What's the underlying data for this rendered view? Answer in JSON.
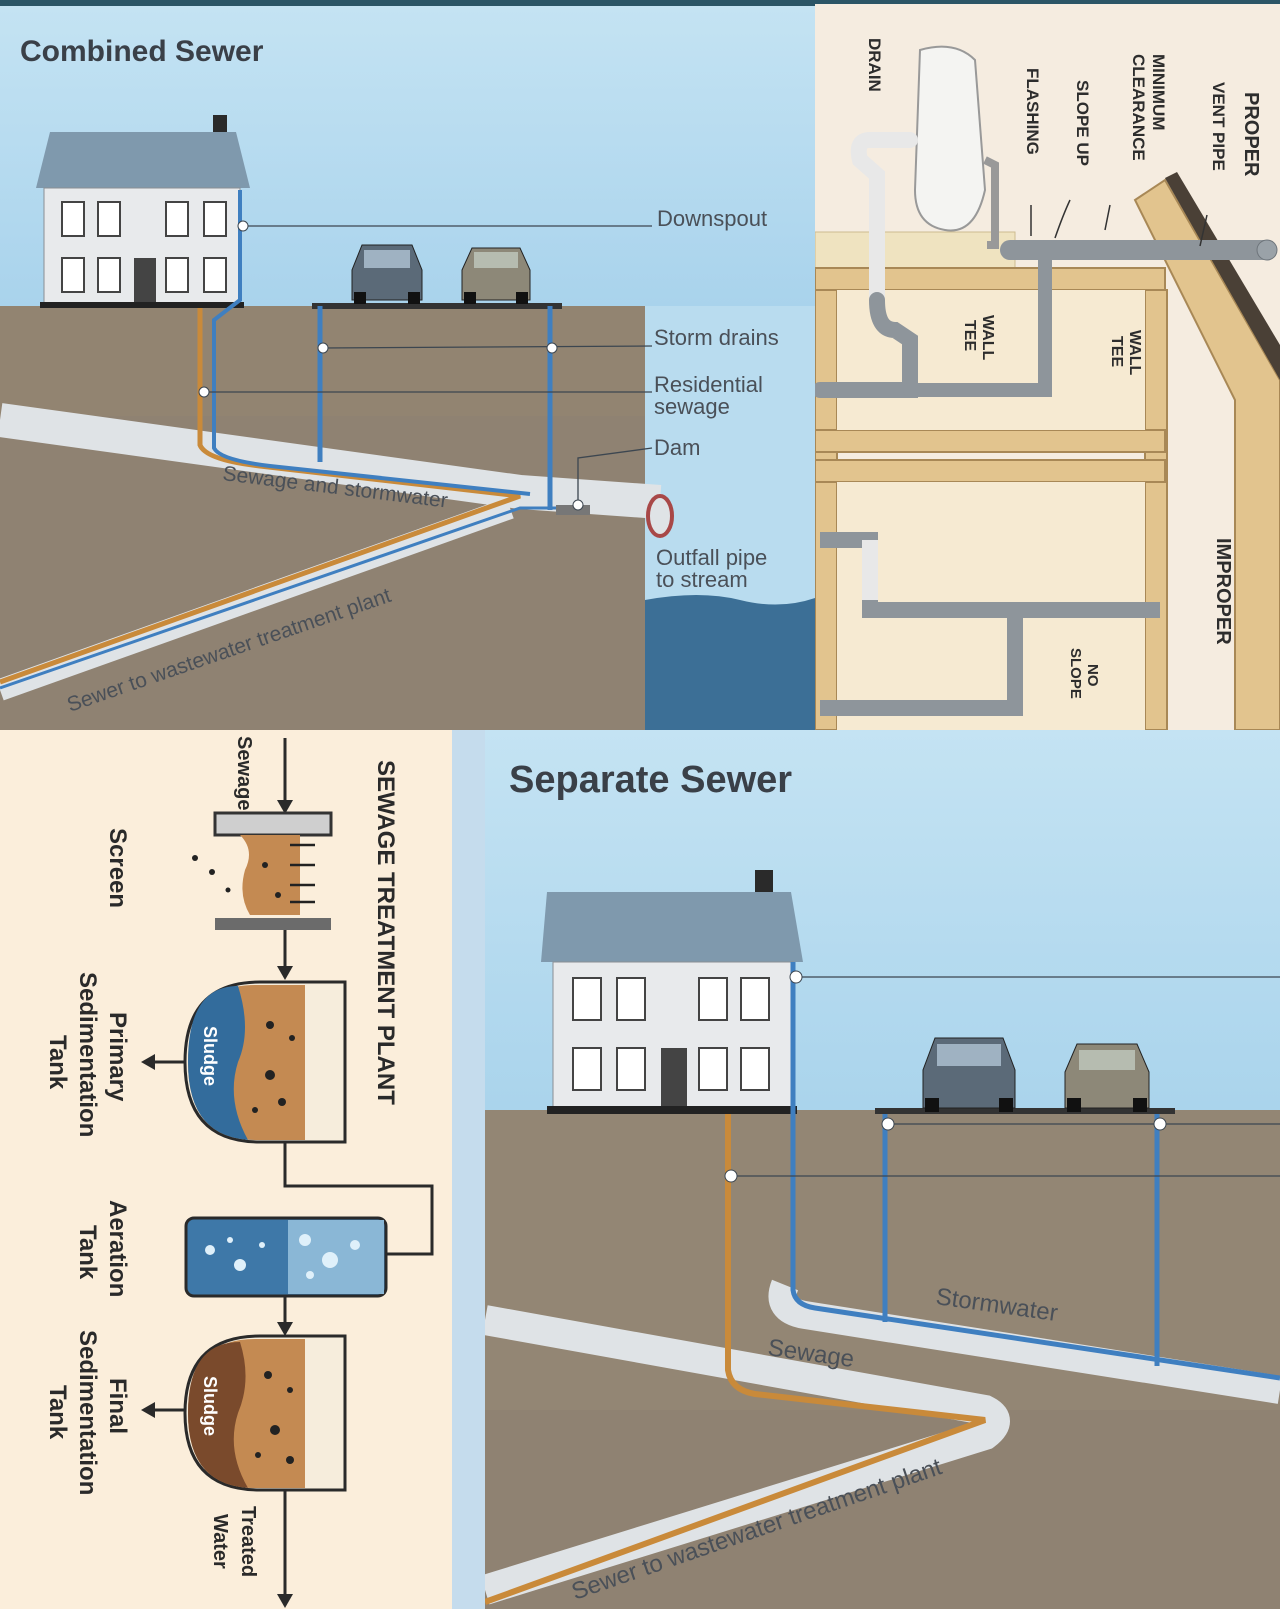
{
  "combined": {
    "title": "Combined Sewer",
    "downspout": "Downspout",
    "storm_drains": "Storm drains",
    "residential_1": "Residential",
    "residential_2": "sewage",
    "dam": "Dam",
    "outfall_1": "Outfall pipe",
    "outfall_2": "to stream",
    "pipe_label": "Sewage and stormwater",
    "sewer_label": "Sewer to wastewater treatment plant"
  },
  "plumbing": {
    "proper": "PROPER",
    "vent_pipe": "VENT PIPE",
    "minimum_1": "MINIMUM",
    "minimum_2": "CLEARANCE",
    "slope_up": "SLOPE UP",
    "flashing": "FLASHING",
    "drain": "DRAIN",
    "wall_tee_1a": "WALL",
    "wall_tee_1b": "TEE",
    "wall_tee_2a": "WALL",
    "wall_tee_2b": "TEE",
    "improper": "IMPROPER",
    "no_slope_1": "NO",
    "no_slope_2": "SLOPE"
  },
  "treatment": {
    "title": "SEWAGE TREATMENT PLANT",
    "sewage": "Sewage",
    "screen": "Screen",
    "primary_1": "Primary",
    "primary_2": "Sedimentation",
    "primary_3": "Tank",
    "sludge_1": "Sludge",
    "aeration_1": "Aeration",
    "aeration_2": "Tank",
    "final_1": "Final",
    "final_2": "Sedimentation",
    "final_3": "Tank",
    "sludge_2": "Sludge",
    "treated_1": "Treated",
    "treated_2": "Water"
  },
  "separate": {
    "title": "Separate Sewer",
    "stormwater": "Stormwater",
    "sewage": "Sewage",
    "sewer_label": "Sewer to wastewater treatment plant"
  },
  "colors": {
    "sky": "#b9dcef",
    "ground": "#8f8272",
    "sewage_pipe": "#c98a3a",
    "storm_pipe": "#3f7fc0",
    "water": "#3c6f96",
    "wood": "#e2c48e",
    "pipe_gray": "#8e959b"
  }
}
